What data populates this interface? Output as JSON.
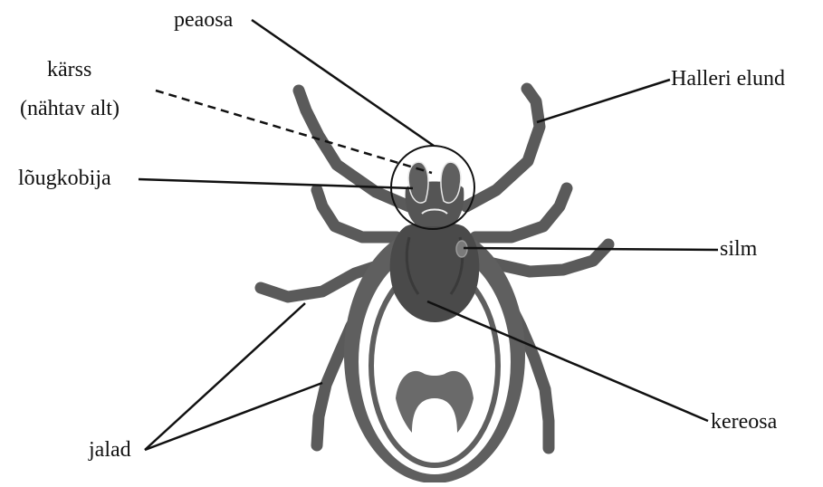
{
  "labels": {
    "peaosa": "peaosa",
    "karss_line1": "kärss",
    "karss_line2": "(nähtav alt)",
    "lougkobija": "lõugkobija",
    "halleri_elund": "Halleri elund",
    "silm": "silm",
    "jalad": "jalad",
    "kereosa": "kereosa"
  },
  "colors": {
    "body_fill": "#5f5f5f",
    "leg_fill": "#5a5a5a",
    "shield_fill": "#4a4a4a",
    "outline": "#2b2b2b",
    "leader_line": "#111111",
    "background": "#ffffff"
  }
}
